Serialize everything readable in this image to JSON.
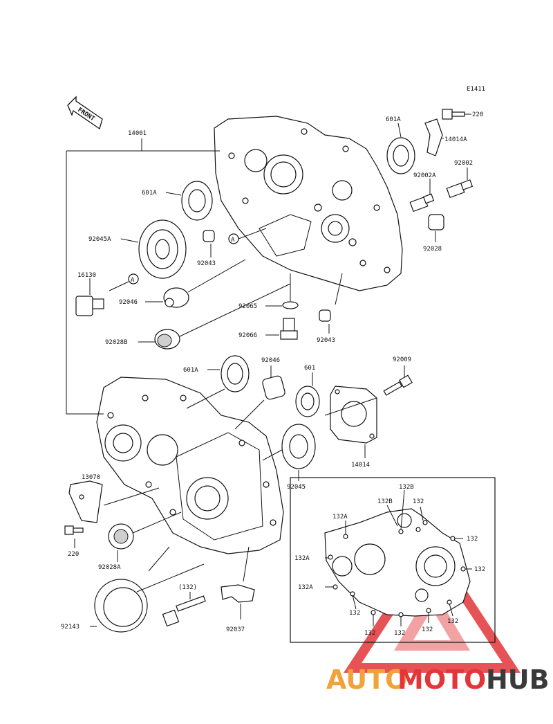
{
  "diagram_code": "E1411",
  "front_label": "FRONT",
  "labels": {
    "p14001": "14001",
    "p601A_top": "601A",
    "p220_top": "220",
    "p14014A": "14014A",
    "p601A_left": "601A",
    "p92002A": "92002A",
    "p92002": "92002",
    "p92045A": "92045A",
    "p92043_a": "92043",
    "p92028": "92028",
    "p16130": "16130",
    "p92046_a": "92046",
    "p92065": "92065",
    "p92043_b": "92043",
    "p92066": "92066",
    "p92028B": "92028B",
    "p601A_mid": "601A",
    "p92046_b": "92046",
    "p601": "601",
    "p92009": "92009",
    "p14014": "14014",
    "p92045": "92045",
    "p13070": "13070",
    "p220_bot": "220",
    "p92028A": "92028A",
    "p132_paren": "(132)",
    "p92143": "92143",
    "p92037": "92037",
    "ref_A1": "A",
    "ref_A2": "A"
  },
  "inset_labels": {
    "b132B_1": "132B",
    "b132B_2": "132B",
    "b132_1": "132",
    "b132A_1": "132A",
    "b132_2": "132",
    "b132A_2": "132A",
    "b132_3": "132",
    "b132A_3": "132A",
    "b132_4": "132",
    "b132_5": "132",
    "b132_6": "132",
    "b132_7": "132",
    "b132_8": "132"
  },
  "watermark": {
    "part1": "AUTO",
    "part2": "MOTO",
    "part3": "HUB",
    "color1": "#f2a23a",
    "color2": "#e2363a",
    "color3": "#3a3a3a",
    "triangle_color": "#e2363a"
  }
}
